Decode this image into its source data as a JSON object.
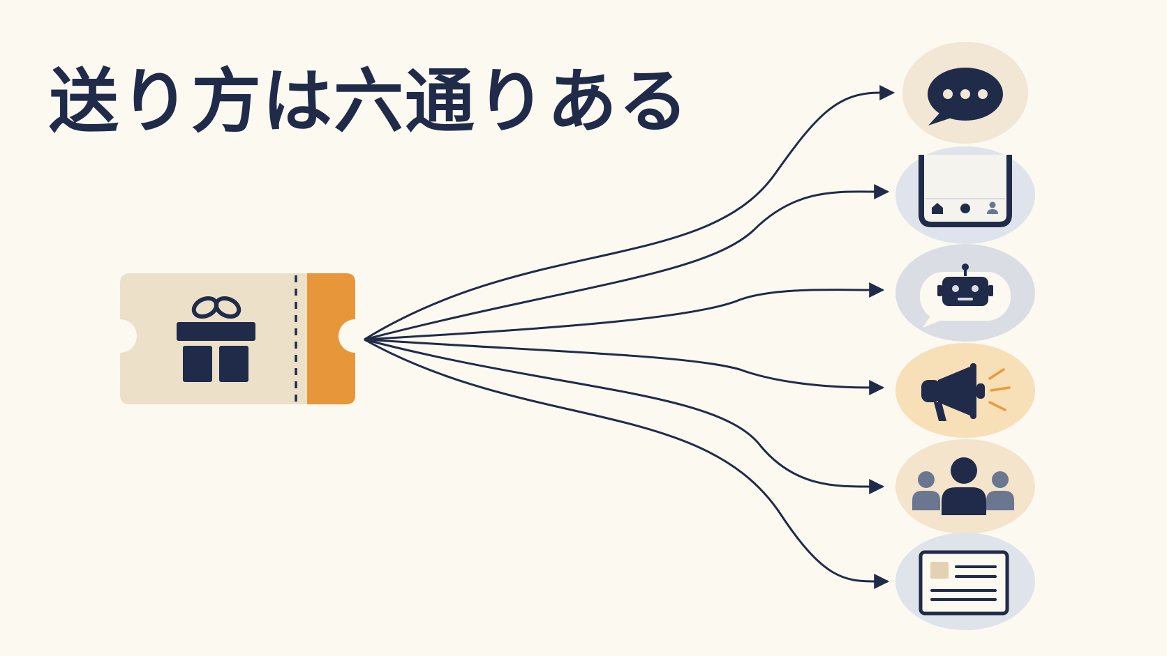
{
  "title": "送り方は六通りある",
  "colors": {
    "background": "#fcf9f1",
    "navy": "#1f2b49",
    "ticket": "#ece0c8",
    "ticket_stub": "#e8963a",
    "accent_orange": "#ec9a3c"
  },
  "source": {
    "icon": "gift-ticket-icon"
  },
  "channels": [
    {
      "id": "chat",
      "icon": "chat-bubble-icon",
      "circle_color": "#f2e6d4"
    },
    {
      "id": "app",
      "icon": "smartphone-app-icon",
      "circle_color": "#dfe4ec"
    },
    {
      "id": "chatbot",
      "icon": "robot-chat-icon",
      "circle_color": "#dadee4"
    },
    {
      "id": "announcement",
      "icon": "megaphone-icon",
      "circle_color": "#f7dfb8"
    },
    {
      "id": "community",
      "icon": "user-group-icon",
      "circle_color": "#f4e4cc"
    },
    {
      "id": "card",
      "icon": "id-card-icon",
      "circle_color": "#dfe3ea"
    }
  ]
}
